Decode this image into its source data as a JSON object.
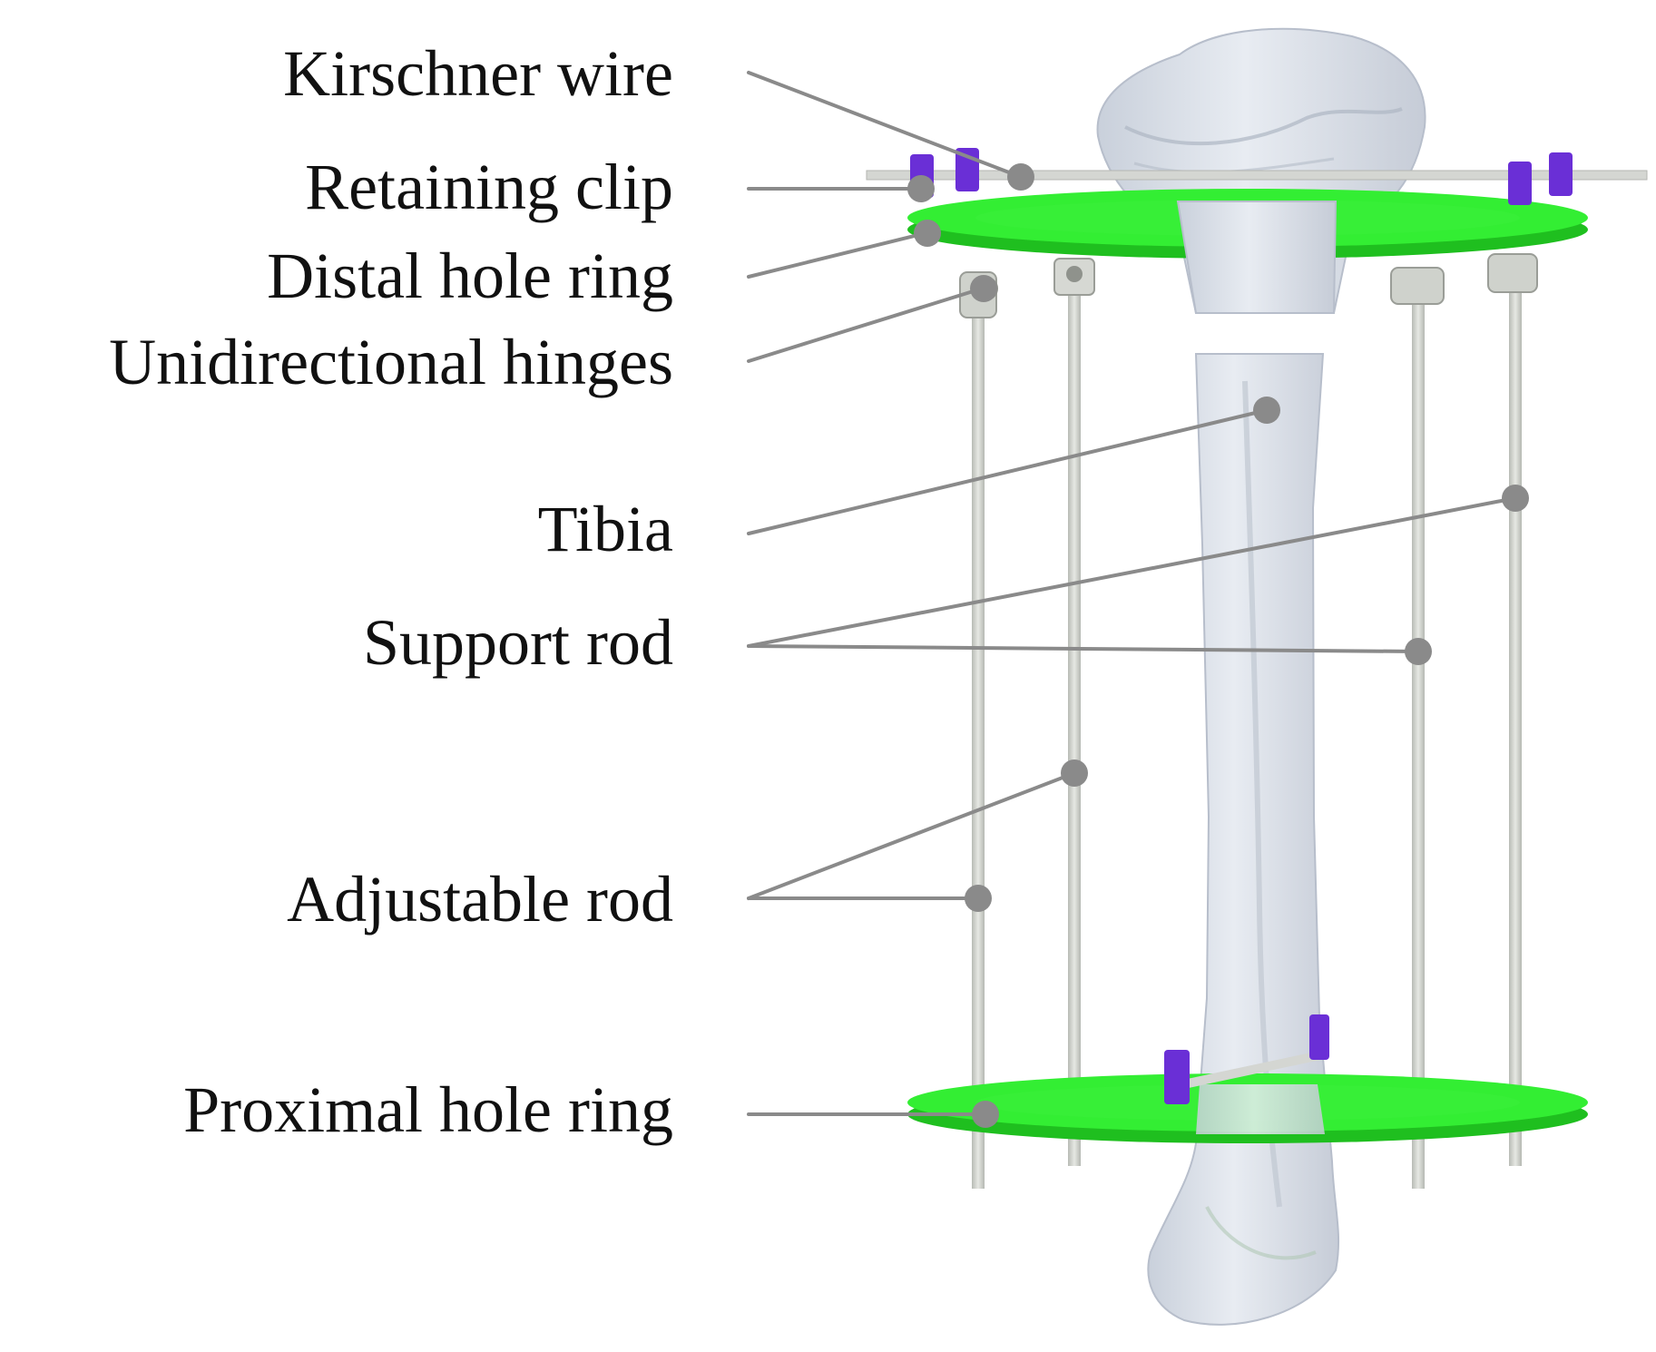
{
  "labels": {
    "kirschner_wire": "Kirschner wire",
    "retaining_clip": "Retaining clip",
    "distal_hole_ring": "Distal hole ring",
    "unidirectional_hinges": "Unidirectional hinges",
    "tibia": "Tibia",
    "support_rod": "Support rod",
    "adjustable_rod": "Adjustable rod",
    "proximal_hole_ring": "Proximal hole ring"
  },
  "colors": {
    "ring": "#33ee33",
    "ring_edge": "#1fbf1f",
    "clip": "#6a2fd6",
    "bone": "#dde2ea",
    "bone_shade": "#c3cad6",
    "rod": "#d9dcd6",
    "rod_shade": "#b9bcb6",
    "leader": "#8a8a8a",
    "text": "#111111"
  }
}
